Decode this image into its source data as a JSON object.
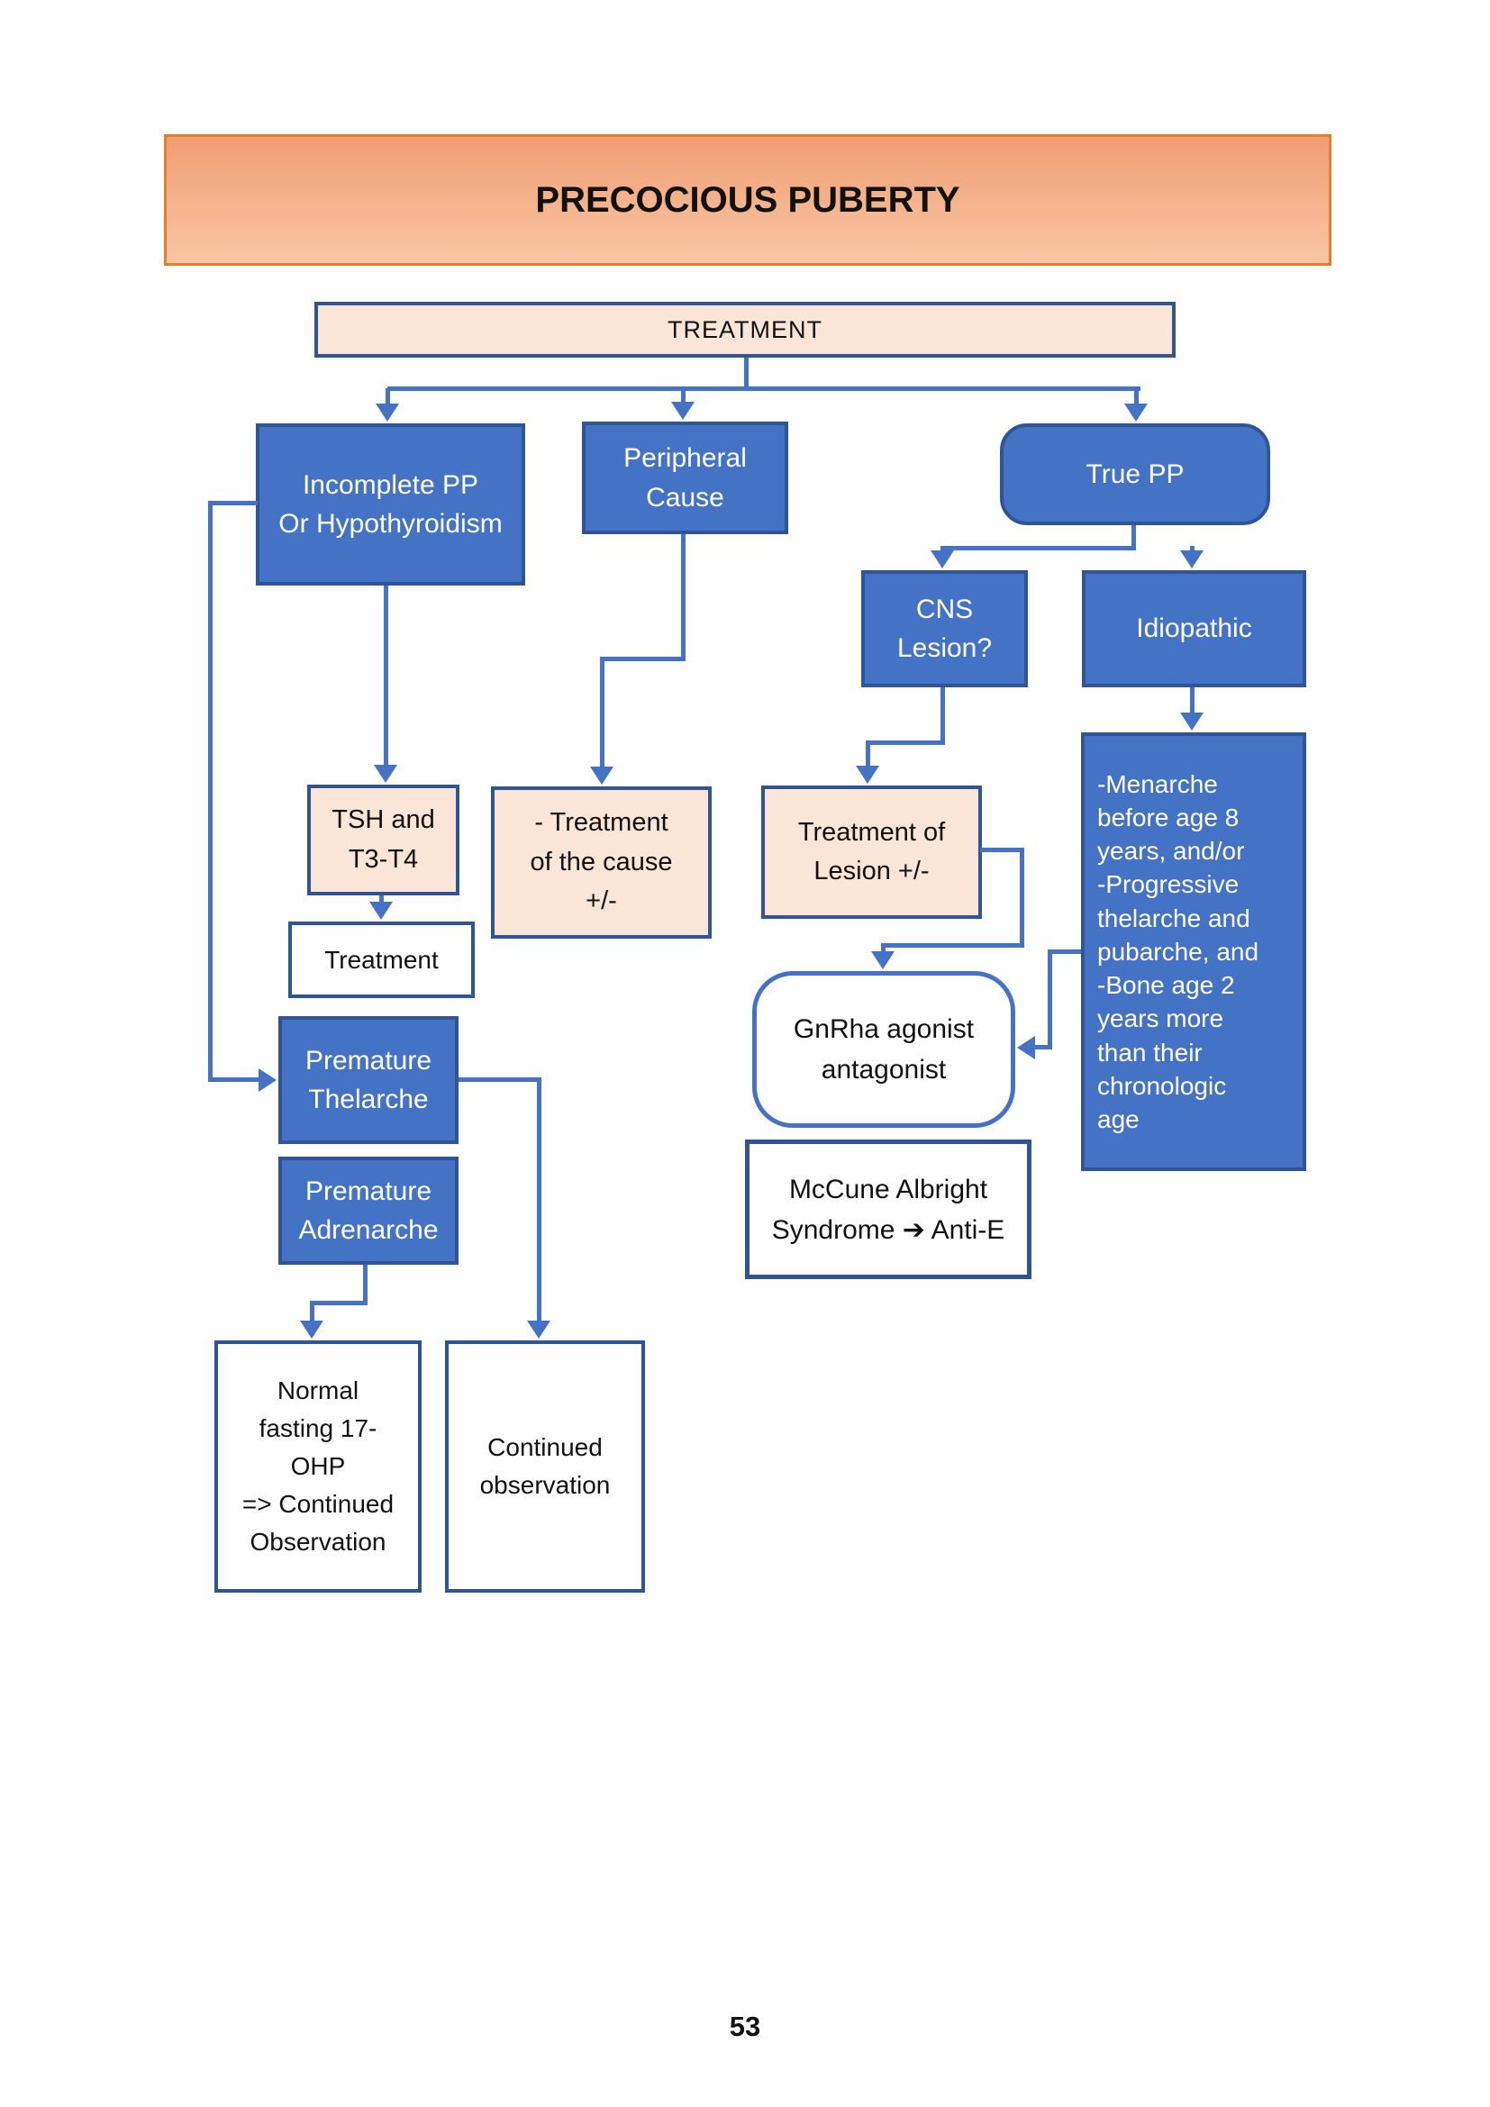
{
  "banner": {
    "title": "PRECOCIOUS PUBERTY"
  },
  "nodes": {
    "treatment": "TREATMENT",
    "incomplete_pp": "Incomplete PP\nOr Hypothyroidism",
    "peripheral_cause": "Peripheral\nCause",
    "true_pp": "True PP",
    "cns_lesion": "CNS\nLesion?",
    "idiopathic": "Idiopathic",
    "tsh": "TSH and\nT3-T4",
    "treatment_plain": "Treatment",
    "treatment_of_cause": "-   Treatment\nof the cause\n+/-",
    "treatment_of_lesion": "Treatment of\nLesion +/-",
    "idiopathic_criteria": "-Menarche\nbefore age 8\nyears, and/or\n-Progressive\nthelarche and\npubarche, and\n-Bone age 2\nyears more\nthan their\nchronologic\nage",
    "gnrha": "GnRha agonist\nantagonist",
    "mccune": "McCune Albright\nSyndrome ➔ Anti-E",
    "premature_thelarche": "Premature\nThelarche",
    "premature_adrenarche": "Premature\nAdrenarche",
    "normal_17ohp": "Normal\nfasting 17-\nOHP\n=> Continued\nObservation",
    "continued_observation": "Continued\nobservation"
  },
  "page_number": "53",
  "colors": {
    "blue_fill": "#4472c4",
    "blue_border": "#2f5597",
    "pink_fill": "#fbe5d6",
    "orange_border": "#e87e2b",
    "banner_top": "#f09e72",
    "banner_bottom": "#f8c6a5",
    "connector": "#4472c4"
  }
}
